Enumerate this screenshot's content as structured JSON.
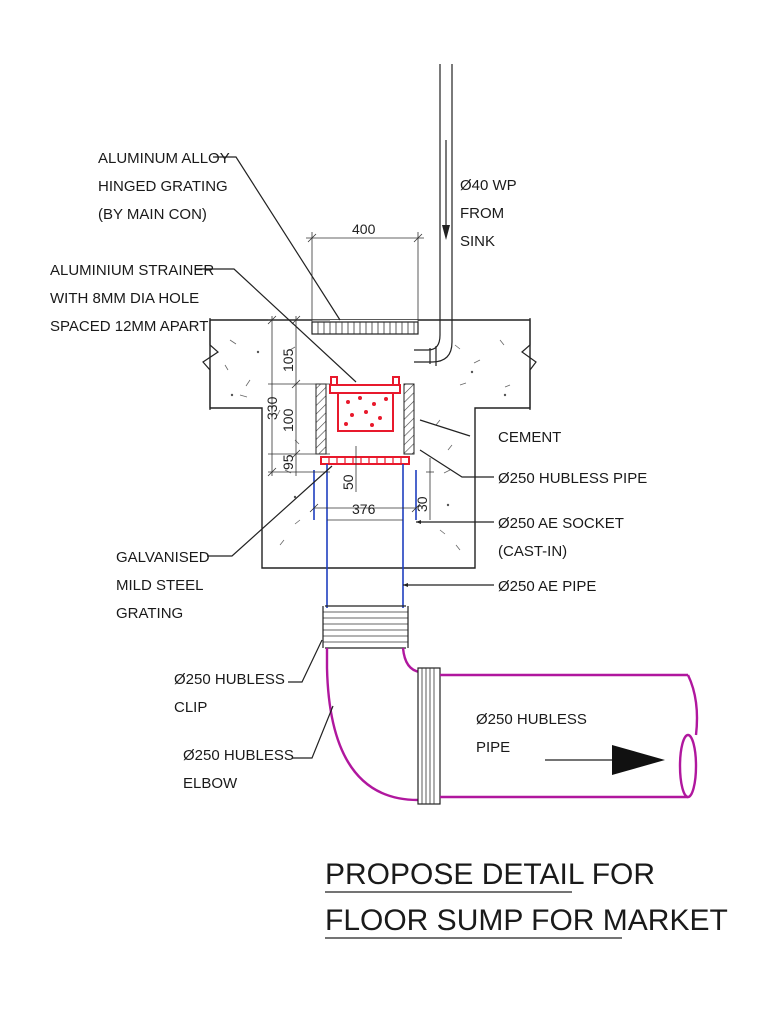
{
  "labels": {
    "grating": [
      "ALUMINUM ALLOY",
      "HINGED GRATING",
      "(BY MAIN CON)"
    ],
    "strainer": [
      "ALUMINIUM STRAINER",
      "WITH 8MM DIA HOLE",
      "SPACED 12MM APART"
    ],
    "wp": [
      "Ø40 WP",
      "FROM",
      "SINK"
    ],
    "cement": "CEMENT",
    "hubless_pipe_upper": "Ø250 HUBLESS PIPE",
    "ae_socket": [
      "Ø250 AE SOCKET",
      "(CAST-IN)"
    ],
    "ae_pipe": "Ø250 AE PIPE",
    "galvanised": [
      "GALVANISED",
      "MILD STEEL",
      "GRATING"
    ],
    "clip": [
      "Ø250 HUBLESS",
      "CLIP"
    ],
    "elbow": [
      "Ø250 HUBLESS",
      "ELBOW"
    ],
    "hubless_pipe_lower": [
      "Ø250 HUBLESS",
      "PIPE"
    ]
  },
  "dimensions": {
    "top_width": "400",
    "d105": "105",
    "d100": "100",
    "d95": "95",
    "d330": "330",
    "d50": "50",
    "d30": "30",
    "d376": "376"
  },
  "title": [
    "PROPOSE DETAIL FOR",
    "FLOOR SUMP FOR MARKET"
  ],
  "colors": {
    "strainer": "#e8192c",
    "ae_pipe": "#1f3fbf",
    "hubless_pipe": "#b0179e"
  }
}
